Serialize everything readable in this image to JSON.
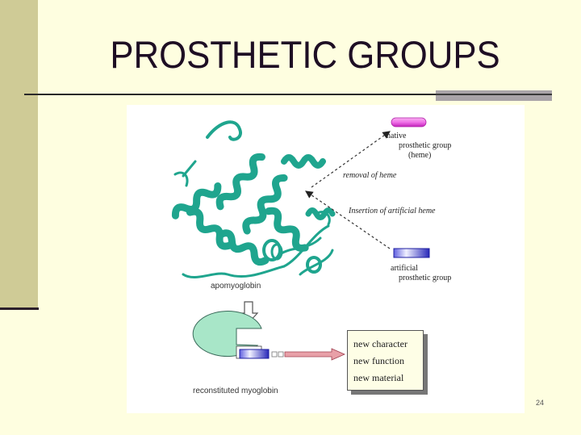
{
  "slide": {
    "title": "PROSTHETIC GROUPS",
    "page_number": "24",
    "colors": {
      "background": "#FEFEE0",
      "left_bar": "#CFCB96",
      "title": "#1E0E24",
      "rule_accent": "#A9A4A8",
      "protein": "#1FA58E",
      "native_heme": "#E040D8",
      "artificial_heme": "#3838C8",
      "reconstituted_body": "#A8E6C8",
      "result_arrow": "#E8A0A8"
    }
  },
  "diagram": {
    "protein_label": "apomyoglobin",
    "native_group": {
      "line1": "native",
      "line2": "prosthetic group",
      "line3": "(heme)"
    },
    "removal_label": "removal of heme",
    "insertion_label": "Insertion of artificial heme",
    "artificial_group": {
      "line1": "artificial",
      "line2": "prosthetic group"
    },
    "reconstituted_label": "reconstituted myoglobin",
    "results": [
      "new character",
      "new function",
      "new material"
    ]
  }
}
